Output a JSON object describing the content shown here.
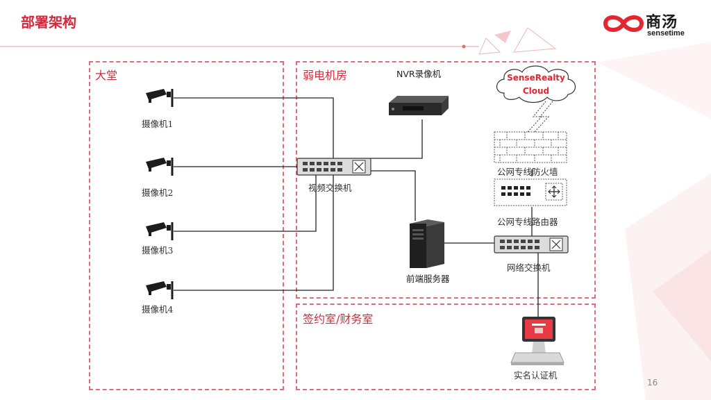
{
  "page": {
    "title": "部署架构",
    "page_number": "16",
    "accent": "#d6283a"
  },
  "logo": {
    "zh": "商汤",
    "en": "sensetime"
  },
  "zones": {
    "lobby": "大堂",
    "server_room": "弱电机房",
    "signing_room": "签约室/财务室"
  },
  "cameras": [
    "摄像机1",
    "摄像机2",
    "摄像机3",
    "摄像机4"
  ],
  "devices": {
    "nvr": "NVR录像机",
    "video_switch": "视频交换机",
    "front_server": "前端服务器",
    "firewall": "公网专线防火墙",
    "router": "公网专线路由器",
    "network_switch": "网络交换机",
    "id_terminal": "实名认证机"
  },
  "cloud": {
    "line1": "SenseRealty",
    "line2": "Cloud"
  }
}
